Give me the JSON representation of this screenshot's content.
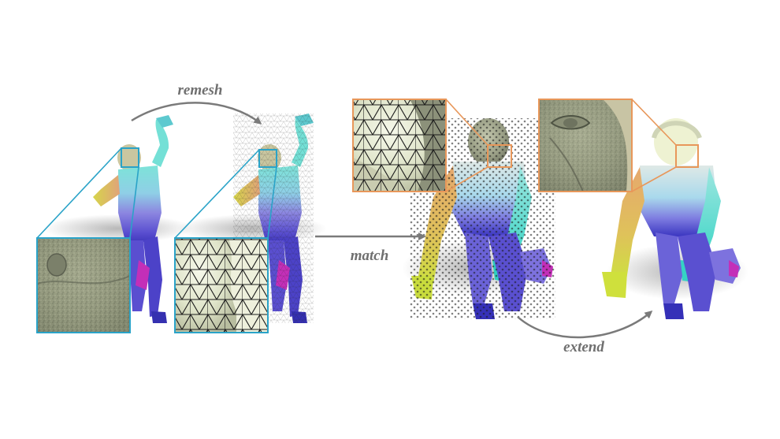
{
  "steps": {
    "remesh": "remesh",
    "match": "match",
    "extend": "extend"
  },
  "colors": {
    "arrow": "#7a7a7a",
    "label": "#6f6f6f",
    "inset_blue": "#2aa3c8",
    "inset_orange": "#e8975a",
    "statue_stone": "#9a9f86",
    "mesh_line": "#1b1b1b"
  },
  "panels": [
    {
      "id": "original-scan",
      "figure": "standing statue, dense scan",
      "inset": "head close-up (dense)"
    },
    {
      "id": "remeshed",
      "figure": "standing statue, coarse triangle mesh",
      "inset": "head close-up (triangulated)"
    },
    {
      "id": "matched",
      "figure": "crouching statue, sparse point correspondences",
      "inset": "face close-up (mesh)"
    },
    {
      "id": "extended",
      "figure": "crouching statue, dense colour correspondence",
      "inset": "face close-up (eye)"
    }
  ]
}
